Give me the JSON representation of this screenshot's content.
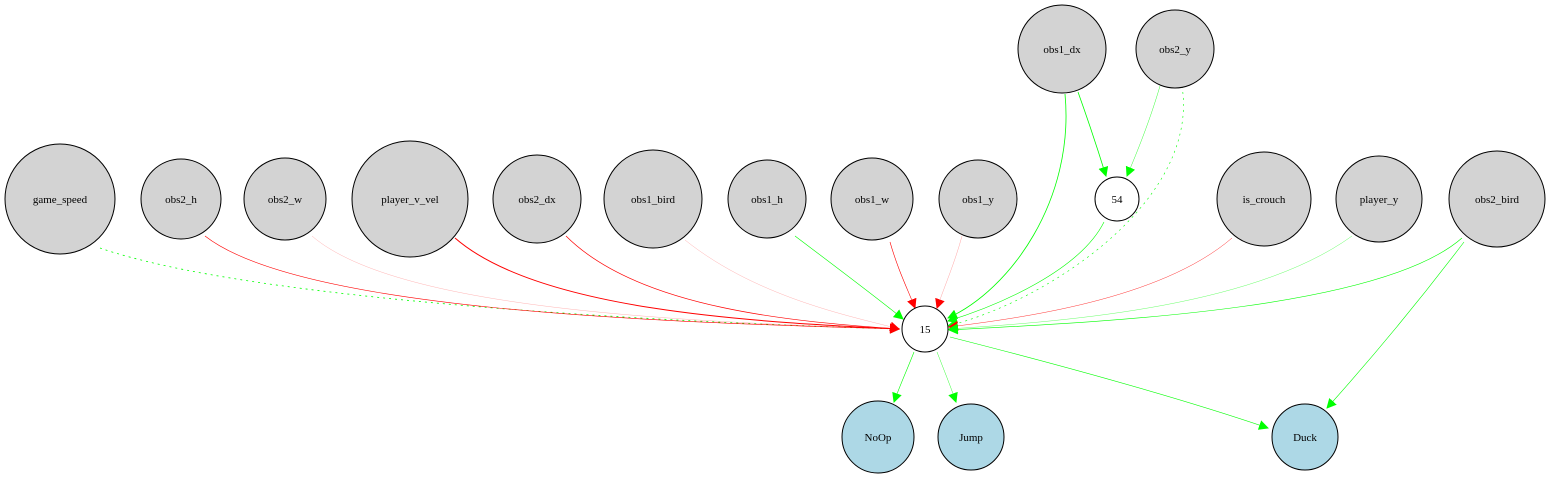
{
  "colors": {
    "input_fill": "#d3d3d3",
    "hidden_fill": "#ffffff",
    "output_fill": "#add8e6",
    "positive_edge": "#00ff00",
    "negative_edge": "#ff0000",
    "node_stroke": "#000000"
  },
  "nodes": {
    "obs1_dx": "obs1_dx",
    "obs2_y": "obs2_y",
    "game_speed": "game_speed",
    "obs2_h": "obs2_h",
    "obs2_w": "obs2_w",
    "player_v_vel": "player_v_vel",
    "obs2_dx": "obs2_dx",
    "obs1_bird": "obs1_bird",
    "obs1_h": "obs1_h",
    "obs1_w": "obs1_w",
    "obs1_y": "obs1_y",
    "n54": "54",
    "is_crouch": "is_crouch",
    "player_y": "player_y",
    "obs2_bird": "obs2_bird",
    "n15": "15",
    "noop": "NoOp",
    "jump": "Jump",
    "duck": "Duck"
  }
}
